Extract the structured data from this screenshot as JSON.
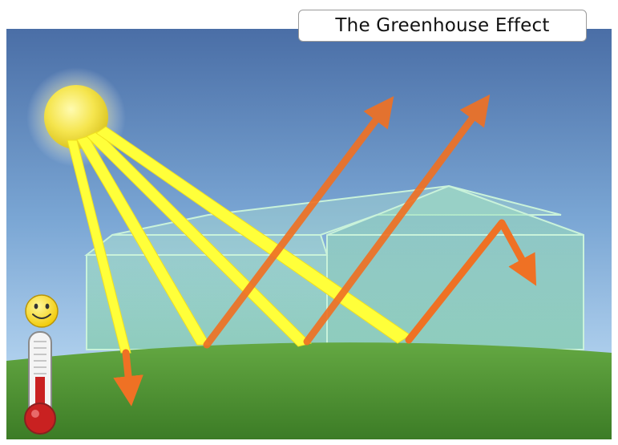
{
  "diagram": {
    "title": "The Greenhouse Effect",
    "colors": {
      "sky_top": "#4a70a6",
      "sky_bottom": "#a8c9ea",
      "ground_top": "#5a9a3a",
      "ground_bottom": "#3f7f28",
      "greenhouse_fill": "#8fd9b2",
      "greenhouse_edge": "#c4f0d6",
      "sun": "#f3e34a",
      "sunlight_ray": "#ffff3a",
      "infrared_arrow": "#ef7124",
      "thermometer_red": "#c92121",
      "smiley_face": "#ffe22a"
    },
    "elements": {
      "sun": "sun",
      "sunlight_rays": 4,
      "infrared_arrows": 4,
      "greenhouse": "greenhouse",
      "thermometer": "thermometer-icon",
      "smiley": "smiley-icon"
    }
  }
}
